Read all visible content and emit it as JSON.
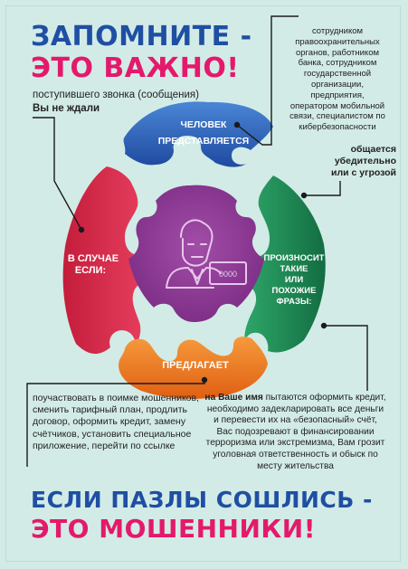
{
  "header": {
    "title_line1": "ЗАПОМНИТЕ -",
    "title_line2": "ЭТО ВАЖНО!"
  },
  "footer": {
    "line1": "ЕСЛИ ПАЗЛЫ СОШЛИСЬ -",
    "line2": "ЭТО МОШЕННИКИ!"
  },
  "callouts": {
    "call_text": "поступившего звонка (сообщения)",
    "call_bold": "Вы не ждали",
    "staff": "сотрудником правоохранительных органов, работником банка, сотрудником государственной организации, предприятия, оператором мобильной связи, специалистом по кибербезопасности",
    "speaks": "общается убедительно или с угрозой",
    "offers": "поучаствовать в поимке мошенников, сменить тарифный план, продлить договор, оформить кредит, замену счётчиков, установить специальное приложение, перейти по ссылке",
    "name_bold": "на Ваше имя",
    "name_rest": " пытаются оформить кредит, необходимо задекларировать все деньги и перевести их на «безопасный» счёт, Вас подозревают в финансировании терроризма или экстремизма, Вам грозит уголовная ответственность и обыск по месту жительства"
  },
  "puzzle": {
    "top_line1": "ЧЕЛОВЕК",
    "top_line2": "ПРЕДСТАВЛЯЕТСЯ",
    "left_line1": "В СЛУЧАЕ",
    "left_line2": "ЕСЛИ:",
    "right_line1": "ПРОИЗНОСИТ",
    "right_line2": "ТАКИЕ",
    "right_line3": "ИЛИ",
    "right_line4": "ПОХОЖИЕ",
    "right_line5": "ФРАЗЫ:",
    "bottom_line1": "ПРЕДЛАГАЕТ",
    "card_label": "0000",
    "colors": {
      "top": "#2f62b8",
      "left": "#d6264a",
      "right": "#1f8a56",
      "bottom": "#ea7a1e",
      "center": "#8e3a93",
      "title_blue": "#1f4fa3",
      "title_pink": "#e4196c"
    }
  }
}
